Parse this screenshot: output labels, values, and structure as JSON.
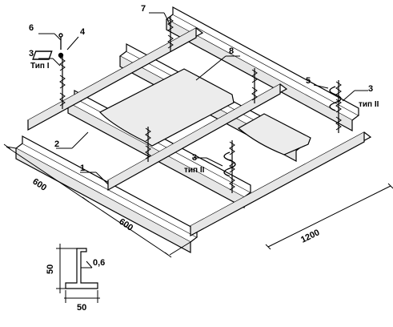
{
  "callouts": {
    "c1": "1",
    "c2": "2",
    "c3a": "3",
    "c3b": "3",
    "c3c": "3",
    "c4": "4",
    "c5": "5",
    "c6": "6",
    "c7": "7",
    "c8": "8"
  },
  "types": {
    "t1": "Тип I",
    "t2a": "тип II",
    "t2b": "тип II"
  },
  "dimensions": {
    "d600a": "600",
    "d600b": "600",
    "d1200": "1200"
  },
  "profile": {
    "height": "50",
    "width": "50",
    "thickness": "0,6"
  }
}
